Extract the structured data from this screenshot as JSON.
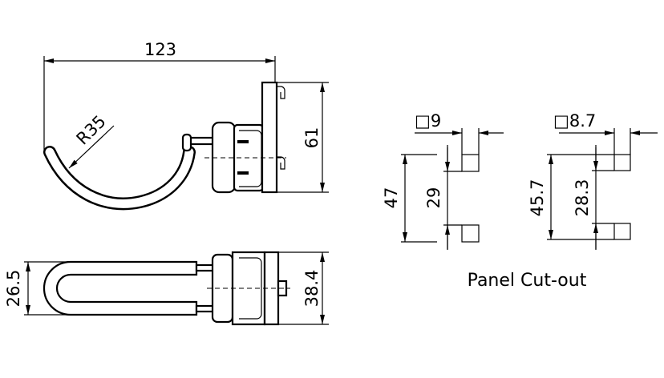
{
  "side_view": {
    "overall_length": "123",
    "radius": "R35",
    "height": "61"
  },
  "top_view": {
    "inner_width": "26.5",
    "height": "38.4"
  },
  "cutout_a": {
    "square": "□9",
    "outer": "47",
    "inner": "29"
  },
  "cutout_b": {
    "square": "□8.7",
    "outer": "45.7",
    "inner": "28.3"
  },
  "caption": "Panel Cut-out"
}
